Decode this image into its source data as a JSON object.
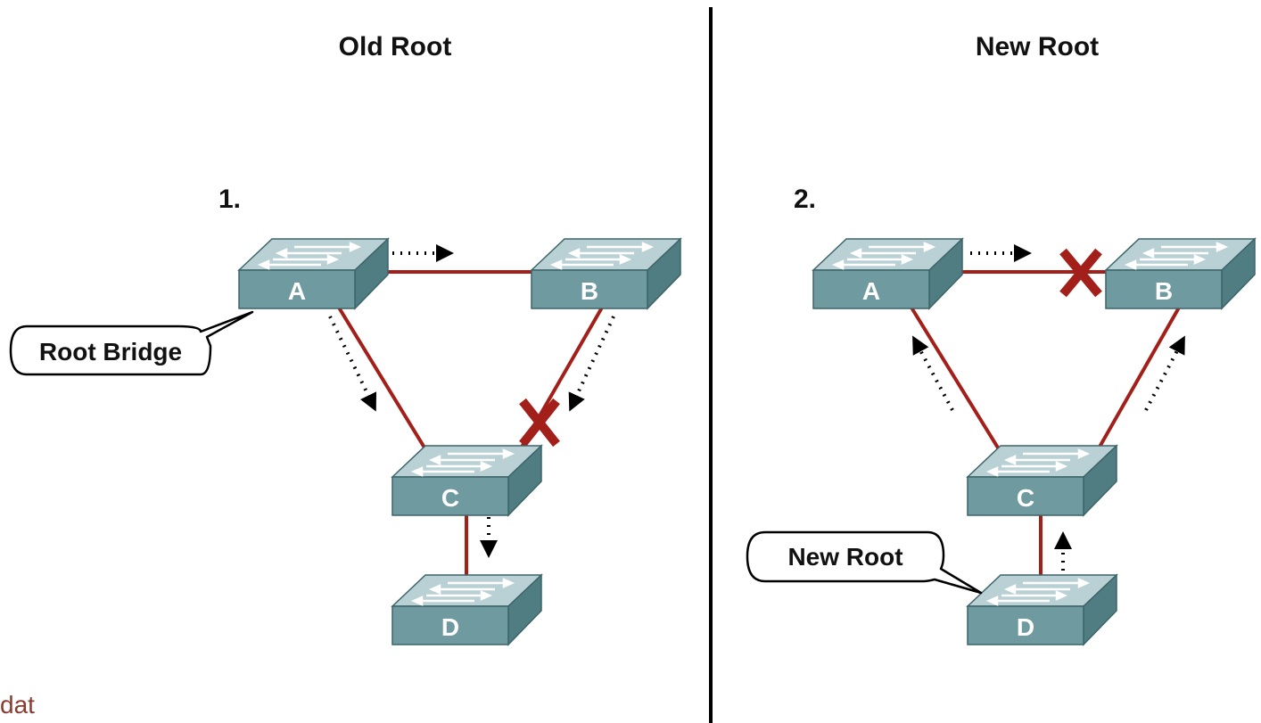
{
  "colors": {
    "link": "#a3201a",
    "switch_front": "#6f9aa0",
    "switch_top": "#b9d1d4",
    "switch_side": "#4f7d82",
    "switch_edge": "#3c6469",
    "blocked_x": "#a3201a",
    "divider": "#000000"
  },
  "panels": [
    {
      "title": "Old Root",
      "step": "1.",
      "switches": {
        "A": "A",
        "B": "B",
        "C": "C",
        "D": "D"
      },
      "callout": "Root Bridge",
      "blocked_link": "B-C"
    },
    {
      "title": "New Root",
      "step": "2.",
      "switches": {
        "A": "A",
        "B": "B",
        "C": "C",
        "D": "D"
      },
      "callout": "New Root",
      "blocked_link": "A-B"
    }
  ],
  "footer": "dat"
}
